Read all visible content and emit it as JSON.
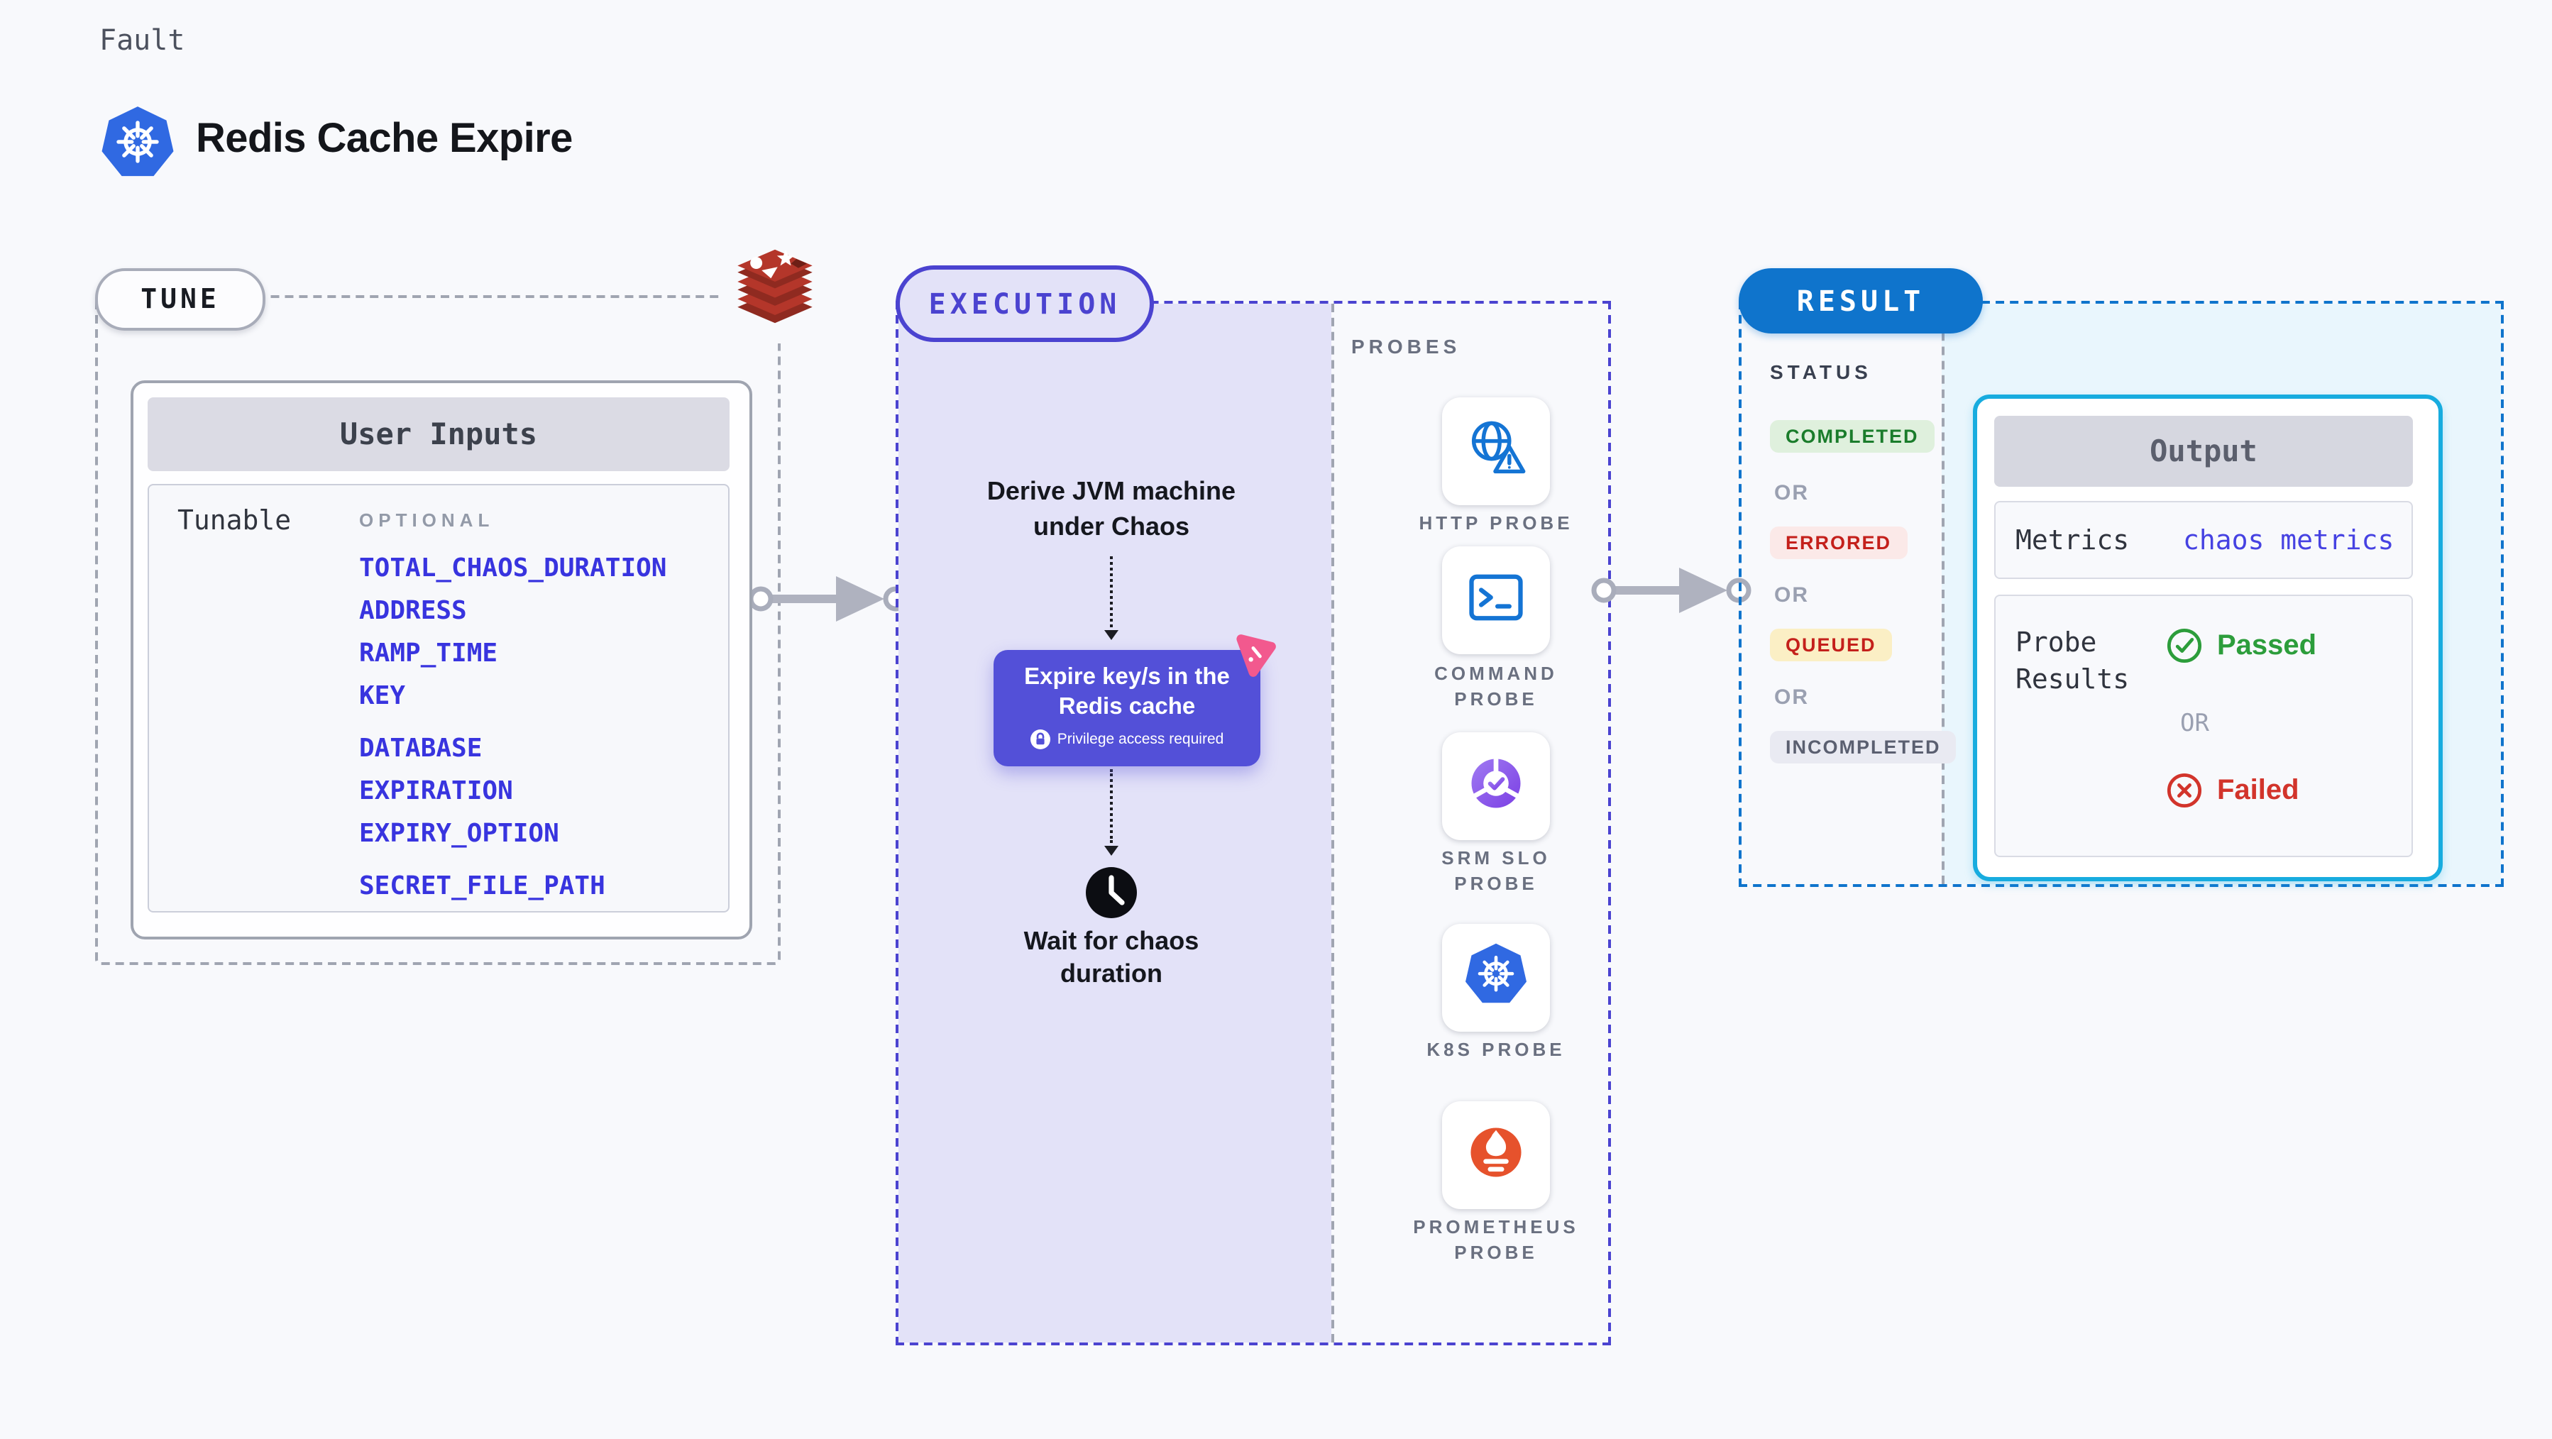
{
  "header": {
    "eyebrow": "Fault",
    "title": "Redis Cache Expire"
  },
  "tune": {
    "pill": "TUNE",
    "user_inputs": {
      "title": "User Inputs",
      "row_label": "Tunable",
      "group_label": "OPTIONAL",
      "params": [
        "TOTAL_CHAOS_DURATION",
        "ADDRESS",
        "RAMP_TIME",
        "KEY",
        "DATABASE",
        "EXPIRATION",
        "EXPIRY_OPTION",
        "SECRET_FILE_PATH"
      ]
    }
  },
  "execution": {
    "pill": "EXECUTION",
    "derive_step": "Derive JVM machine under Chaos",
    "action": {
      "title": "Expire key/s in the Redis cache",
      "note": "Privilege access required"
    },
    "wait_step": "Wait for chaos duration"
  },
  "probes": {
    "label": "PROBES",
    "items": [
      {
        "name": "HTTP PROBE",
        "icon": "http-probe-icon"
      },
      {
        "name": "COMMAND PROBE",
        "icon": "command-probe-icon"
      },
      {
        "name": "SRM SLO PROBE",
        "icon": "srm-slo-probe-icon"
      },
      {
        "name": "K8S PROBE",
        "icon": "k8s-probe-icon"
      },
      {
        "name": "PROMETHEUS PROBE",
        "icon": "prometheus-probe-icon"
      }
    ]
  },
  "result": {
    "pill": "RESULT",
    "status_label": "STATUS",
    "or_label": "OR",
    "statuses": [
      {
        "label": "COMPLETED",
        "bg": "#DFF0DD",
        "color": "#1A7C2B"
      },
      {
        "label": "ERRORED",
        "bg": "#FBE9E8",
        "color": "#C4201B"
      },
      {
        "label": "QUEUED",
        "bg": "#FBEFC5",
        "color": "#C4201B"
      },
      {
        "label": "INCOMPLETED",
        "bg": "#E9EAF2",
        "color": "#5A5F70"
      }
    ],
    "output": {
      "title": "Output",
      "metrics_label": "Metrics",
      "metrics_value": "chaos metrics",
      "probe_results_label": "Probe Results",
      "passed": "Passed",
      "or": "OR",
      "failed": "Failed"
    }
  },
  "colors": {
    "page_bg": "#F8F9FC",
    "tune_dash": "#A0A5B1",
    "execution_indigo": "#4B43D0",
    "execution_fill": "#E3E2F8",
    "param_blue": "#3834DF",
    "action_purple": "#5350D8",
    "chaos_pink": "#F2598E",
    "result_blue": "#0F74CC",
    "output_cyan": "#17ACDF",
    "output_area_bg": "#E9F6FD",
    "passed_green": "#2C9D3B",
    "failed_red": "#D2342B",
    "kubernetes_blue": "#3069E2",
    "redis_red": "#B4362A",
    "prometheus_orange": "#E6522C"
  }
}
